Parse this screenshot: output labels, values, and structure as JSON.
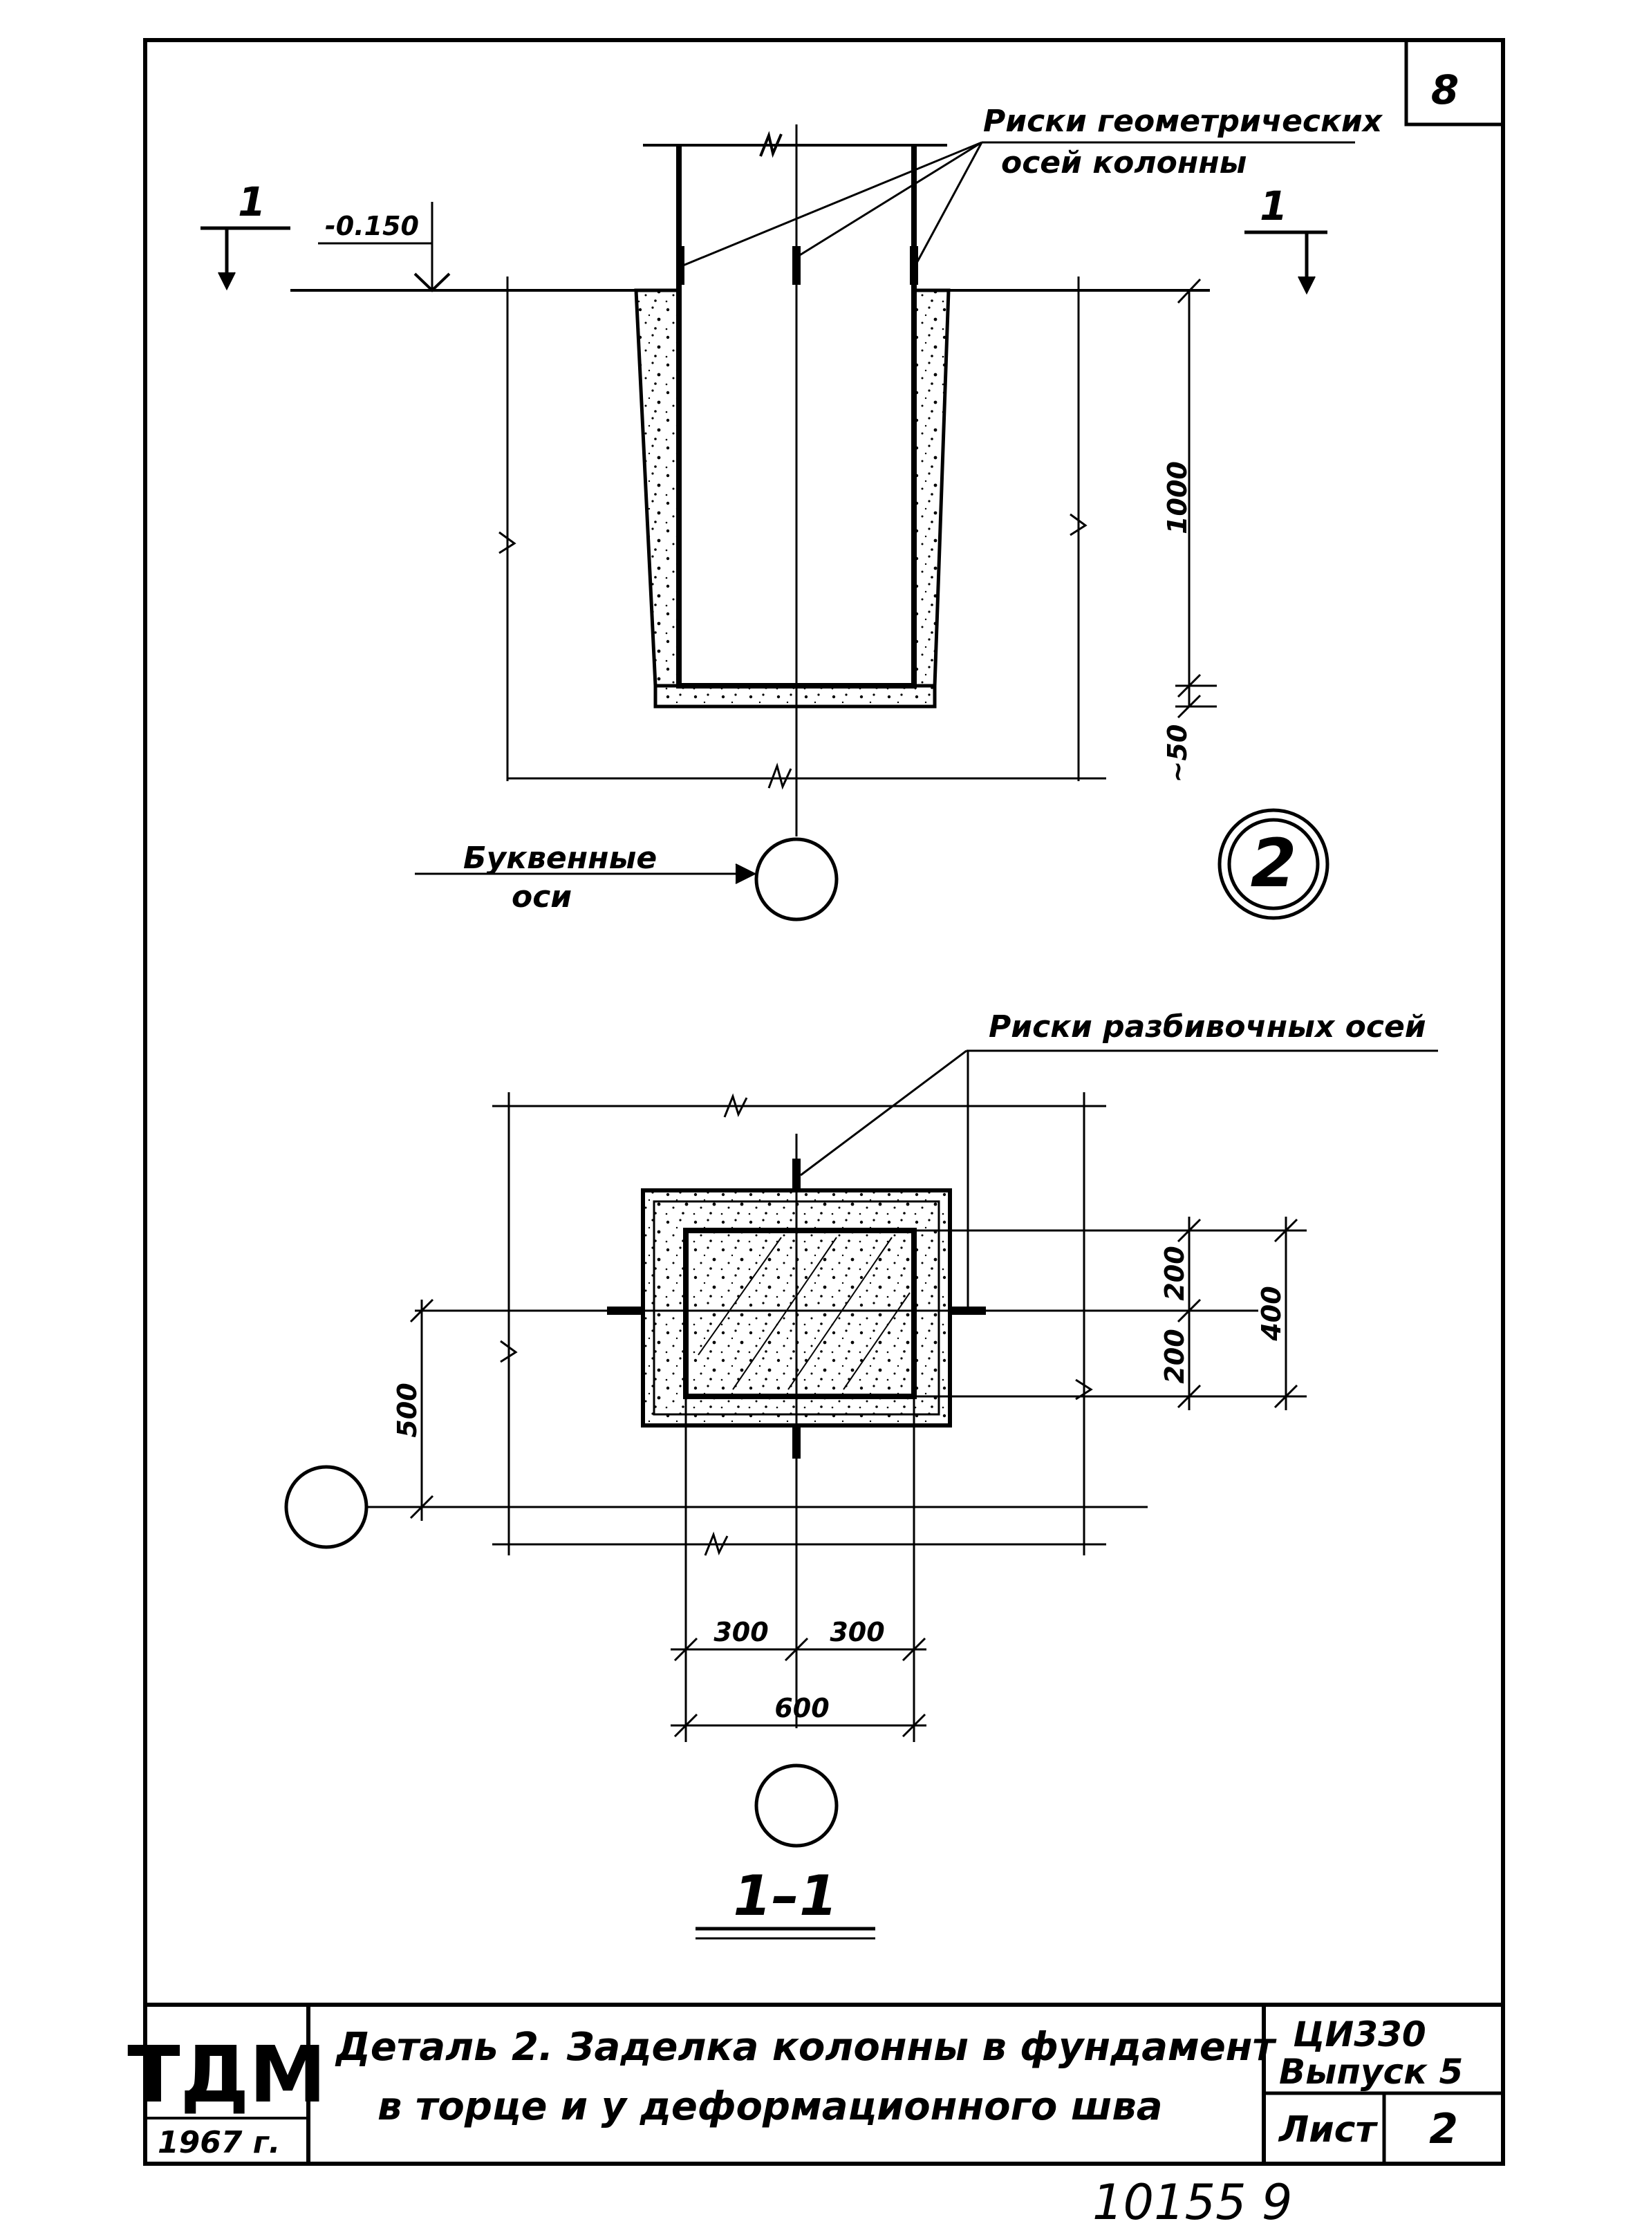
{
  "sheet": {
    "corner_number": "8"
  },
  "elevation": {
    "section_mark": "1",
    "level": "-0.150",
    "callout_axes": [
      "Риски геометрических",
      "осей колонны"
    ],
    "dim_depth": "1000",
    "dim_gap": "~50",
    "axis_label": [
      "Буквенные",
      "оси"
    ],
    "detail_number": "2"
  },
  "plan": {
    "callout": "Риски разбивочных осей",
    "dim_200_top": "200",
    "dim_200_bottom": "200",
    "dim_400": "400",
    "dim_500": "500",
    "dim_300_left": "300",
    "dim_300_right": "300",
    "dim_600": "600",
    "section_title": "1–1"
  },
  "title_block": {
    "logo": "ТДМ",
    "year": "1967 г.",
    "title_line1": "Деталь 2. Заделка колонны в фундамент",
    "title_line2": "в торце и у деформационного шва",
    "series": "ЦИ330",
    "issue": "Выпуск 5",
    "sheet_label": "Лист",
    "sheet_number": "2"
  },
  "inventory_number": "10155 9"
}
